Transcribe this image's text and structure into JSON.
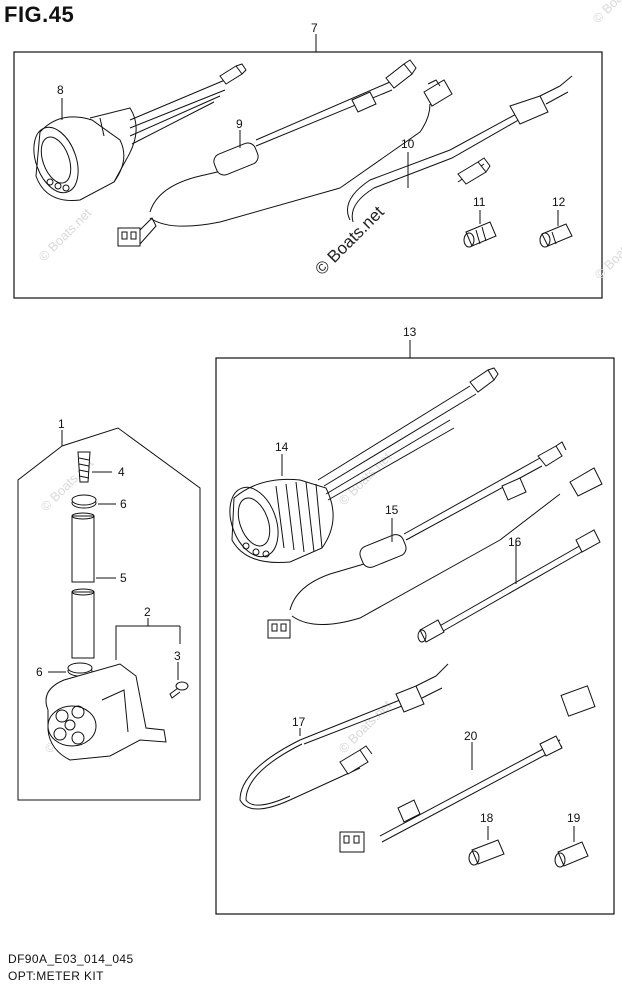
{
  "figure": {
    "title": "FIG.45",
    "code": "DF90A_E03_014_045",
    "caption": "OPT:METER KIT"
  },
  "watermark": "© Boats.net",
  "callouts": {
    "c1": "1",
    "c2": "2",
    "c3": "3",
    "c4": "4",
    "c5": "5",
    "c6a": "6",
    "c6b": "6",
    "c7": "7",
    "c8": "8",
    "c9": "9",
    "c10": "10",
    "c11": "11",
    "c12": "12",
    "c13": "13",
    "c14": "14",
    "c15": "15",
    "c16": "16",
    "c17": "17",
    "c18": "18",
    "c19": "19",
    "c20": "20"
  }
}
